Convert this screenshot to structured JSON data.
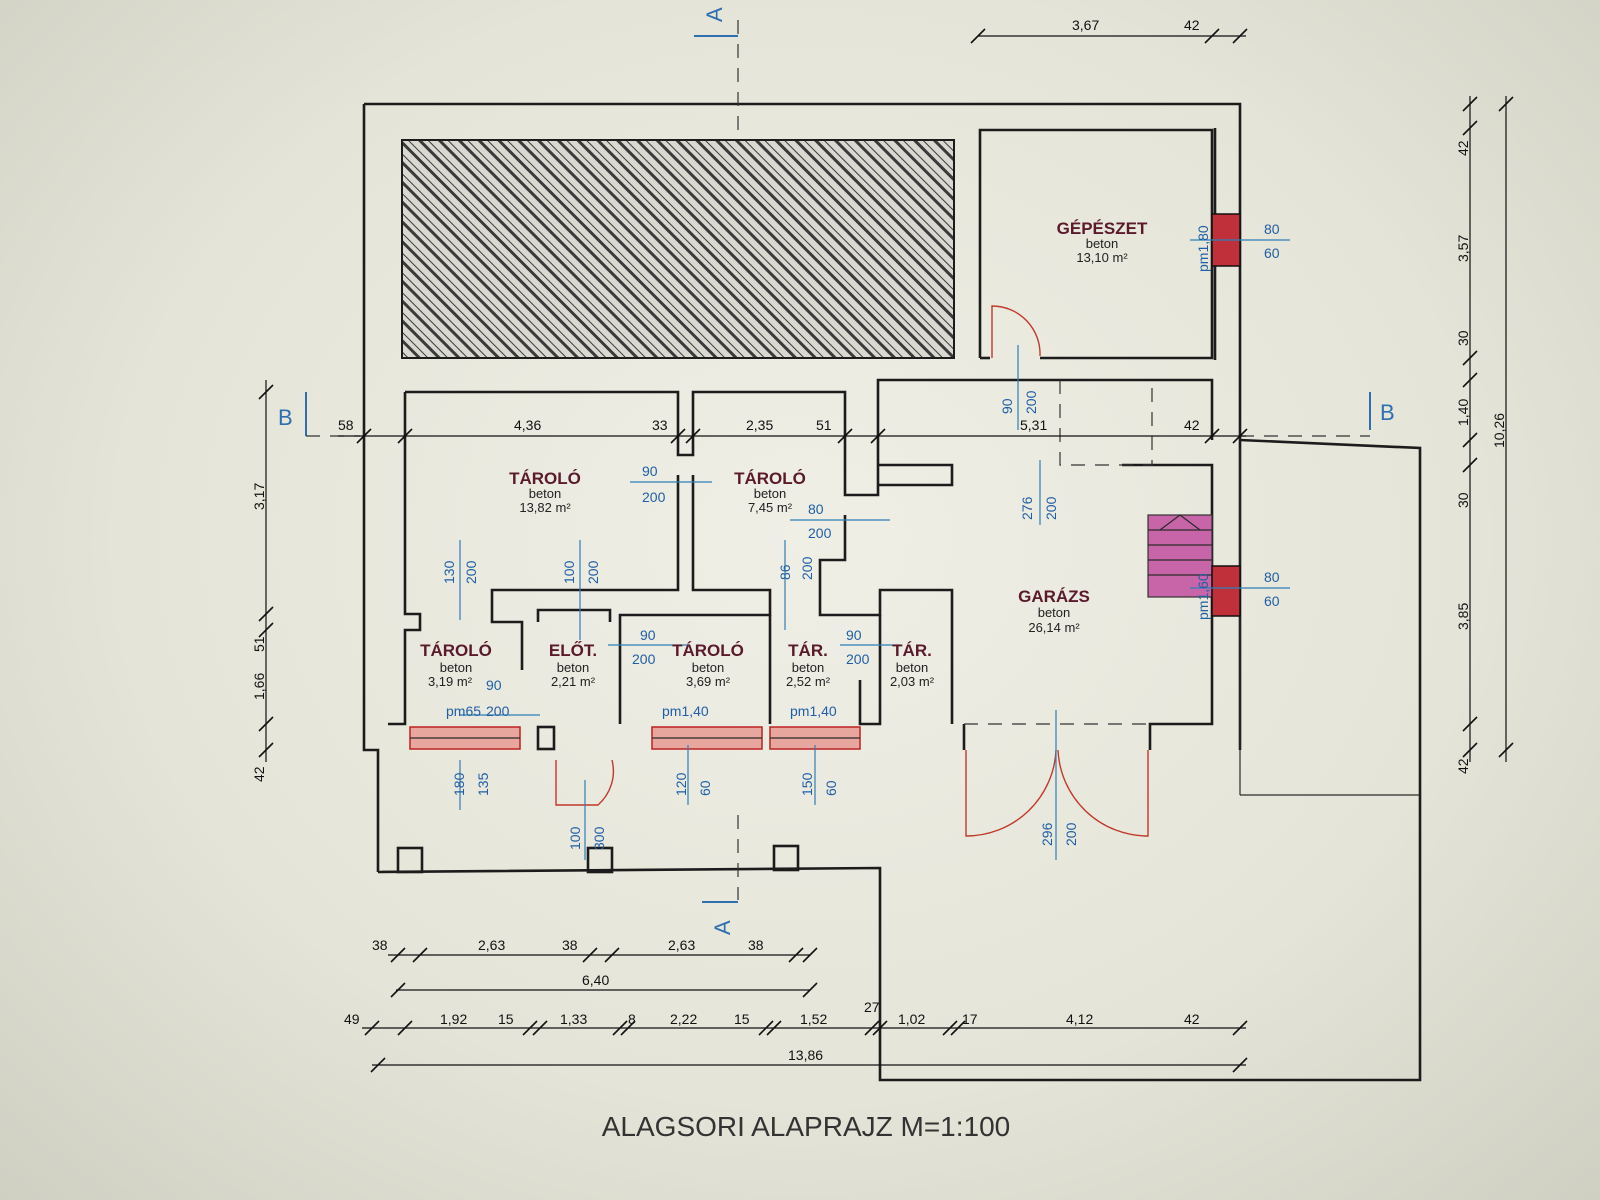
{
  "title": "ALAGSORI ALAPRAJZ M=1:100",
  "section_marks": {
    "a_top": "A",
    "a_bottom": "A",
    "b_left": "B",
    "b_right": "B"
  },
  "rooms": [
    {
      "name": "GÉPÉSZET",
      "floor": "beton",
      "area": "13,10 m²"
    },
    {
      "name": "TÁROLÓ",
      "floor": "beton",
      "area": "13,82 m²"
    },
    {
      "name": "TÁROLÓ",
      "floor": "beton",
      "area": "7,45 m²"
    },
    {
      "name": "GARÁZS",
      "floor": "beton",
      "area": "26,14 m²"
    },
    {
      "name": "TÁROLÓ",
      "floor": "beton",
      "area": "3,19 m²"
    },
    {
      "name": "ELŐT.",
      "floor": "beton",
      "area": "2,21 m²"
    },
    {
      "name": "TÁROLÓ",
      "floor": "beton",
      "area": "3,69 m²"
    },
    {
      "name": "TÁR.",
      "floor": "beton",
      "area": "2,52 m²"
    },
    {
      "name": "TÁR.",
      "floor": "beton",
      "area": "2,03 m²"
    }
  ],
  "top_dims": {
    "a": "3,67",
    "b": "42"
  },
  "b_line_dims": [
    "58",
    "4,36",
    "33",
    "2,35",
    "51",
    "5,31",
    "42"
  ],
  "left_dims": [
    "3,17",
    "51",
    "1,66",
    "42"
  ],
  "right_dims": [
    "42",
    "3,57",
    "30",
    "1,40",
    "30",
    "3,85",
    "42",
    "10,26"
  ],
  "bottom_row1": [
    "38",
    "2,63",
    "38",
    "2,63",
    "38"
  ],
  "bottom_row2": "6,40",
  "bottom_row3": [
    "49",
    "1,92",
    "15",
    "1,33",
    "8",
    "2,22",
    "15",
    "1,52",
    "27",
    "1,02",
    "17",
    "4,12",
    "42"
  ],
  "bottom_total": "13,86",
  "openings": [
    "80",
    "60",
    "pm1,80",
    "90",
    "200",
    "276",
    "200",
    "90",
    "200",
    "80",
    "200",
    "130",
    "200",
    "100",
    "200",
    "86",
    "200",
    "80",
    "60",
    "pm1,60",
    "90",
    "200",
    "90",
    "200",
    "90",
    "200",
    "pm65",
    "200",
    "pm1,40",
    "pm1,40",
    "180",
    "135",
    "120",
    "60",
    "150",
    "60",
    "100",
    "300",
    "296",
    "200"
  ]
}
